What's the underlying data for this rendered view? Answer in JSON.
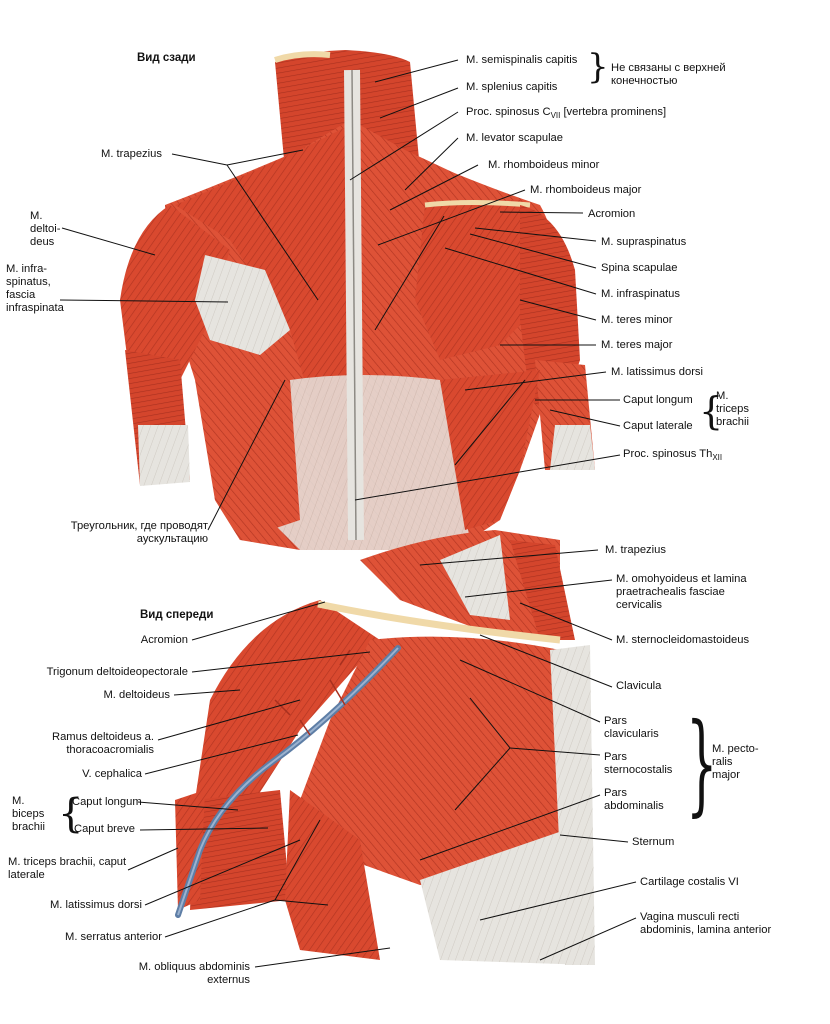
{
  "colors": {
    "muscle": "#d9492f",
    "muscle_dark": "#a8301f",
    "fascia": "#e6e4df",
    "bone": "#f0d9a8",
    "vein": "#5e7ea6",
    "leader": "#111111"
  },
  "upper_view": {
    "heading": "Вид сзади",
    "labels": {
      "semispinalis": "M. semispinalis capitis",
      "splenius": "M. splenius capitis",
      "not_connected": "Не связаны с верхней конечностью",
      "proc_c7_main": "Proc. spinosus C",
      "proc_c7_sub": "VII",
      "proc_c7_tail": "[vertebra prominens]",
      "levator": "M. levator scapulae",
      "rhomb_minor": "M. rhomboideus minor",
      "rhomb_major": "M. rhomboideus major",
      "acromion": "Acromion",
      "supraspinatus": "M. supraspinatus",
      "spina": "Spina scapulae",
      "infraspinatus_r": "M. infraspinatus",
      "teres_minor": "M. teres minor",
      "teres_major": "M. teres major",
      "latissimus": "M. latissimus dorsi",
      "caput_longum": "Caput longum",
      "caput_laterale": "Caput laterale",
      "triceps": "M. triceps brachii",
      "proc_th12_main": "Proc. spinosus Th",
      "proc_th12_sub": "XII",
      "trapezius": "M. trapezius",
      "deltoideus": "M. deltoi- deus",
      "infraspinatus_l": "M. infra- spinatus, fascia infraspinata",
      "triangle": "Треугольник, где проводят аускультацию"
    }
  },
  "lower_view": {
    "heading": "Вид спереди",
    "labels": {
      "trapezius": "M. trapezius",
      "omohyoideus": "M. omohyoideus et lamina praetrachealis fasciae cervicalis",
      "scm": "M. sternocleidomastoideus",
      "clavicula": "Clavicula",
      "pars_clav": "Pars clavicularis",
      "pars_stern": "Pars sternocostalis",
      "pars_abd": "Pars abdominalis",
      "pectoralis": "M. pecto- ralis major",
      "sternum": "Sternum",
      "cartilage": "Cartilage costalis VI",
      "vagina": "Vagina musculi recti abdominis, lamina anterior",
      "acromion": "Acromion",
      "trigonum": "Trigonum deltoideopectorale",
      "deltoideus": "M. deltoideus",
      "ramus": "Ramus deltoideus a. thoracoacromialis",
      "cephalica": "V. cephalica",
      "biceps": "M. biceps brachii",
      "caput_longum": "Caput longum",
      "caput_breve": "Caput breve",
      "triceps_lat": "M. triceps brachii, caput laterale",
      "latissimus": "M. latissimus dorsi",
      "serratus": "M. serratus anterior",
      "obliquus": "M. obliquus abdominis externus"
    }
  }
}
